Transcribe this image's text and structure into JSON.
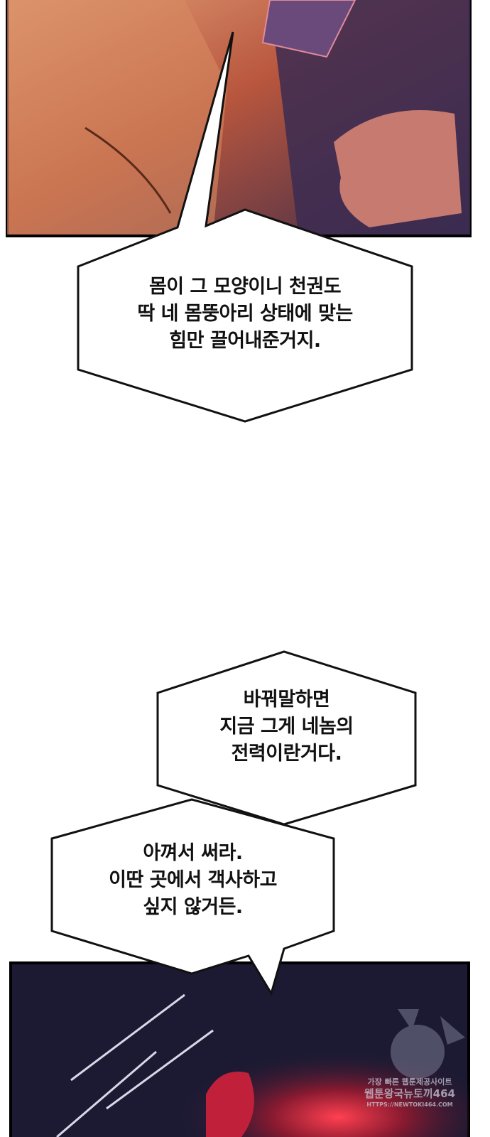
{
  "bubbles": [
    {
      "lines": [
        "몸이 그 모양이니 천권도",
        "딱 네 몸뚱아리 상태에 맞는",
        "힘만 끌어내준거지."
      ]
    },
    {
      "lines": [
        "바꿔말하면",
        "지금 그게 네놈의",
        "전력이란거다."
      ]
    },
    {
      "lines": [
        "아껴서 써라.",
        "이딴 곳에서 객사하고",
        "싶지 않거든."
      ]
    }
  ],
  "watermark": {
    "line1": "가장 빠른 웹툰제공사이트",
    "line2": "웹툰왕국뉴토끼464",
    "line3": "HTTPS://NEWTOKI464.COM"
  },
  "colors": {
    "panel_warm": "#c8704a",
    "panel_dark": "#1c1a33",
    "glow_red": "#e0304a"
  }
}
